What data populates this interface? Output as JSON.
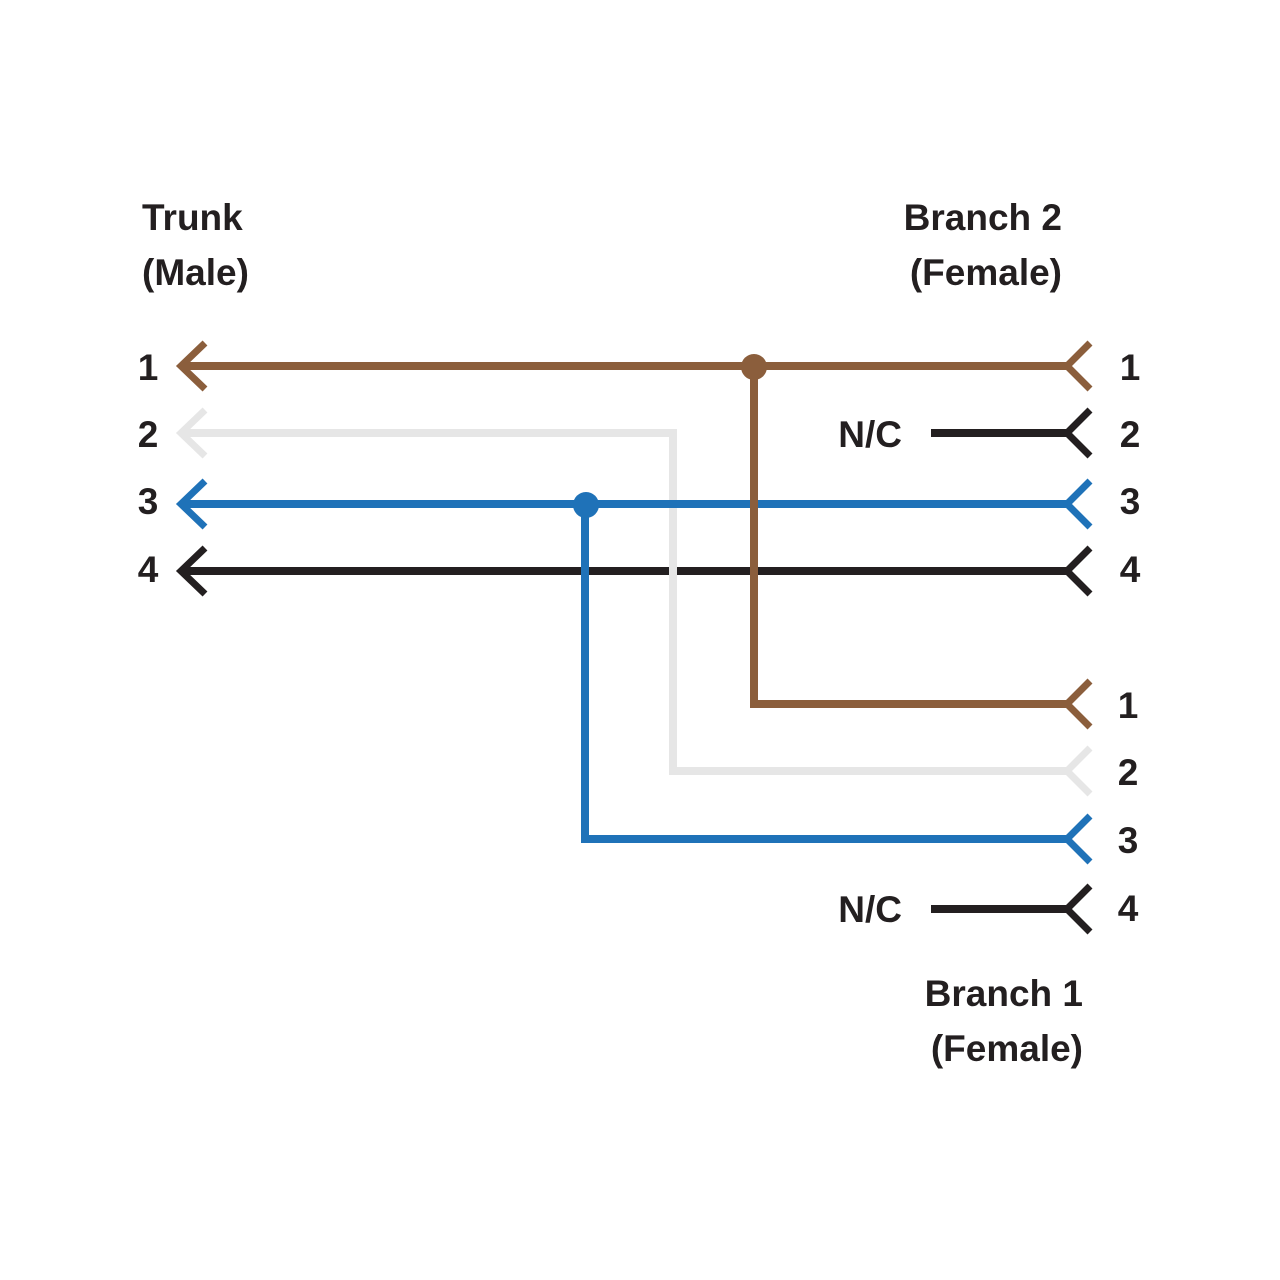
{
  "colors": {
    "text": "#231f20",
    "pin1_brown": "#8b5e3c",
    "pin2_white": "#e6e6e6",
    "pin3_blue": "#1f72b8",
    "pin4_black": "#231f20"
  },
  "trunk": {
    "title": "Trunk",
    "subtitle": "(Male)",
    "pins": [
      "1",
      "2",
      "3",
      "4"
    ]
  },
  "branch2": {
    "title": "Branch 2",
    "subtitle": "(Female)",
    "pins": [
      "1",
      "2",
      "3",
      "4"
    ],
    "nc_label": "N/C"
  },
  "branch1": {
    "title": "Branch 1",
    "subtitle": "(Female)",
    "pins": [
      "1",
      "2",
      "3",
      "4"
    ],
    "nc_label": "N/C"
  },
  "connections": [
    {
      "wire": "pin1",
      "color_key": "pin1_brown",
      "trunk_pin": "1",
      "branch2_pin": "1",
      "branch1_pin": "1"
    },
    {
      "wire": "pin2",
      "color_key": "pin2_white",
      "trunk_pin": "2",
      "branch2_pin": "N/C",
      "branch1_pin": "2"
    },
    {
      "wire": "pin3",
      "color_key": "pin3_blue",
      "trunk_pin": "3",
      "branch2_pin": "3",
      "branch1_pin": "3"
    },
    {
      "wire": "pin4",
      "color_key": "pin4_black",
      "trunk_pin": "4",
      "branch2_pin": "4",
      "branch1_pin": "N/C"
    }
  ]
}
